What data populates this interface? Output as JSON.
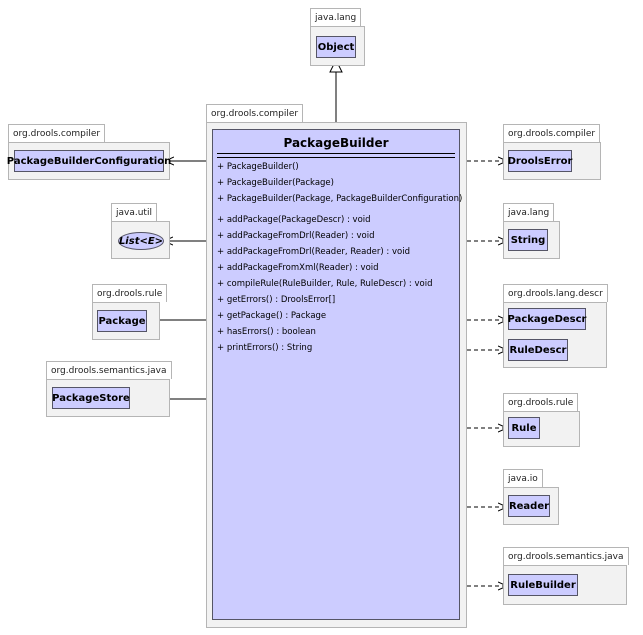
{
  "main": {
    "package": "org.drools.compiler",
    "class_name": "PackageBuilder",
    "constructors": [
      "+ PackageBuilder()",
      "+ PackageBuilder(Package)",
      "+ PackageBuilder(Package, PackageBuilderConfiguration)"
    ],
    "methods": [
      "+ addPackage(PackageDescr) : void",
      "+ addPackageFromDrl(Reader) : void",
      "+ addPackageFromDrl(Reader, Reader) : void",
      "+ addPackageFromXml(Reader) : void",
      "+ compileRule(RuleBuilder, Rule, RuleDescr) : void",
      "+ getErrors() : DroolsError[]",
      "+ getPackage() : Package",
      "+ hasErrors() : boolean",
      "+ printErrors() : String"
    ]
  },
  "superclass": {
    "package": "java.lang",
    "name": "Object"
  },
  "associations": [
    {
      "package": "org.drools.compiler",
      "name": "PackageBuilderConfiguration"
    },
    {
      "package": "java.util",
      "name": "List<E>"
    },
    {
      "package": "org.drools.rule",
      "name": "Package"
    },
    {
      "package": "org.drools.semantics.java",
      "name": "PackageStore"
    }
  ],
  "dependencies": [
    {
      "package": "org.drools.compiler",
      "name": "DroolsError"
    },
    {
      "package": "java.lang",
      "name": "String"
    },
    {
      "package": "org.drools.lang.descr",
      "name": "PackageDescr"
    },
    {
      "package": "org.drools.lang.descr",
      "name": "RuleDescr"
    },
    {
      "package": "org.drools.rule",
      "name": "Rule"
    },
    {
      "package": "java.io",
      "name": "Reader"
    },
    {
      "package": "org.drools.semantics.java",
      "name": "RuleBuilder"
    }
  ],
  "colors": {
    "class_fill": "#ccccff",
    "package_fill": "#f2f2f2",
    "border": "#555566"
  }
}
